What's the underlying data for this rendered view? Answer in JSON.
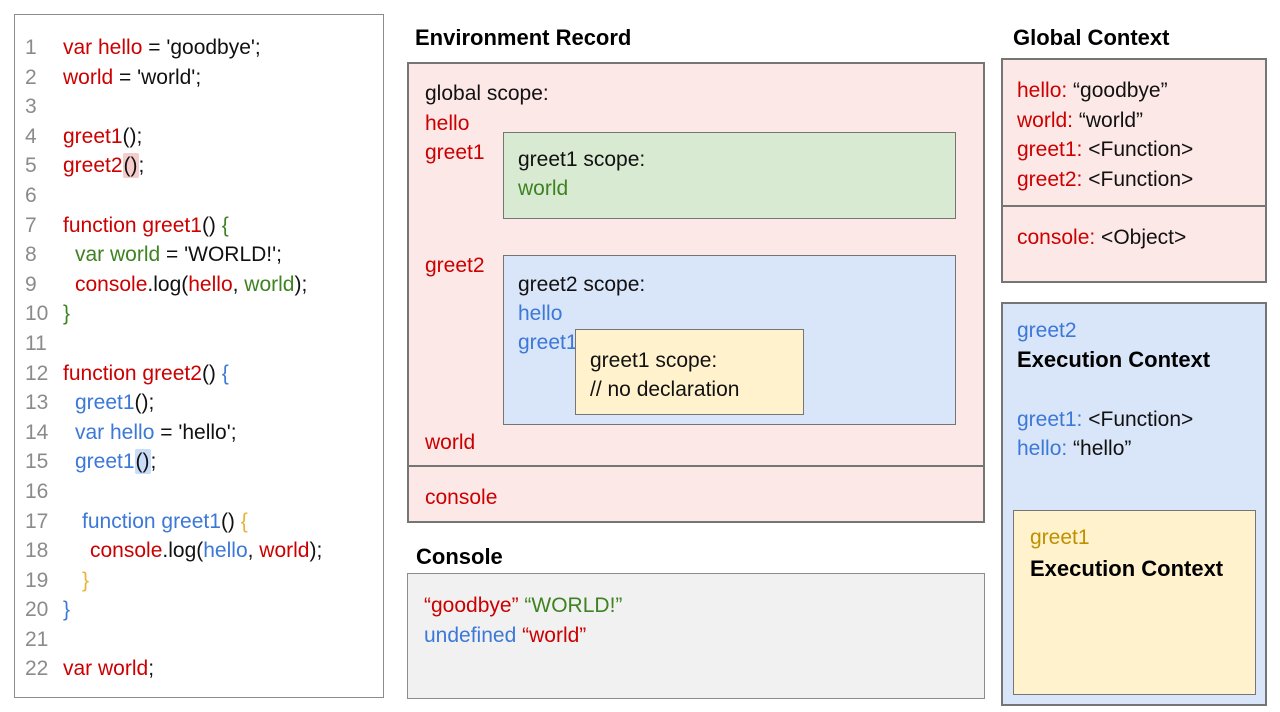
{
  "palette": {
    "red": "#cc0000",
    "blue": "#3c78d8",
    "green": "#3e8222",
    "gold_brace": "#e8b339",
    "gold_label": "#bf9000",
    "black": "#111111",
    "line_number_gray": "#8b8b8b",
    "pink_bg": "#fce8e6",
    "green_bg": "#d9ead3",
    "blue_bg": "#d9e5f8",
    "yellow_bg": "#fff2cc",
    "console_gray_bg": "#f1f1f1",
    "pink_highlight": "#f4cccc",
    "blue_highlight": "#c9dcf8",
    "box_border_gray": "#757575"
  },
  "code_panel": {
    "lines": [
      {
        "n": "1",
        "indent": 0,
        "tokens": [
          {
            "t": "var hello",
            "c": "red"
          },
          {
            "t": " = 'goodbye';",
            "c": "black"
          }
        ]
      },
      {
        "n": "2",
        "indent": 0,
        "tokens": [
          {
            "t": "world",
            "c": "red"
          },
          {
            "t": " = 'world';",
            "c": "black"
          }
        ]
      },
      {
        "n": "3",
        "indent": 0,
        "tokens": []
      },
      {
        "n": "4",
        "indent": 0,
        "tokens": [
          {
            "t": "greet1",
            "c": "red"
          },
          {
            "t": "();",
            "c": "black"
          }
        ]
      },
      {
        "n": "5",
        "indent": 0,
        "tokens": [
          {
            "t": "greet2",
            "c": "red"
          },
          {
            "t": "()",
            "c": "black",
            "hl": "pink"
          },
          {
            "t": ";",
            "c": "black"
          }
        ]
      },
      {
        "n": "6",
        "indent": 0,
        "tokens": []
      },
      {
        "n": "7",
        "indent": 0,
        "tokens": [
          {
            "t": "function greet1",
            "c": "red"
          },
          {
            "t": "() ",
            "c": "black"
          },
          {
            "t": "{",
            "c": "green"
          }
        ]
      },
      {
        "n": "8",
        "indent": 1,
        "tokens": [
          {
            "t": "var world",
            "c": "green"
          },
          {
            "t": " = 'WORLD!';",
            "c": "black"
          }
        ]
      },
      {
        "n": "9",
        "indent": 1,
        "tokens": [
          {
            "t": "console",
            "c": "red"
          },
          {
            "t": ".log(",
            "c": "black"
          },
          {
            "t": "hello",
            "c": "red"
          },
          {
            "t": ", ",
            "c": "black"
          },
          {
            "t": "world",
            "c": "green"
          },
          {
            "t": ");",
            "c": "black"
          }
        ]
      },
      {
        "n": "10",
        "indent": 0,
        "tokens": [
          {
            "t": "}",
            "c": "green"
          }
        ]
      },
      {
        "n": "11",
        "indent": 0,
        "tokens": []
      },
      {
        "n": "12",
        "indent": 0,
        "tokens": [
          {
            "t": "function greet2",
            "c": "red"
          },
          {
            "t": "() ",
            "c": "black"
          },
          {
            "t": "{",
            "c": "blue"
          }
        ]
      },
      {
        "n": "13",
        "indent": 1,
        "tokens": [
          {
            "t": "greet1",
            "c": "blue"
          },
          {
            "t": "();",
            "c": "black"
          }
        ]
      },
      {
        "n": "14",
        "indent": 1,
        "tokens": [
          {
            "t": "var hello",
            "c": "blue"
          },
          {
            "t": " = 'hello';",
            "c": "black"
          }
        ]
      },
      {
        "n": "15",
        "indent": 1,
        "tokens": [
          {
            "t": "greet1",
            "c": "blue"
          },
          {
            "t": "()",
            "c": "black",
            "hl": "blue"
          },
          {
            "t": ";",
            "c": "black"
          }
        ]
      },
      {
        "n": "16",
        "indent": 0,
        "tokens": []
      },
      {
        "n": "17",
        "indent": 2,
        "tokens": [
          {
            "t": "function greet1",
            "c": "blue"
          },
          {
            "t": "() ",
            "c": "black"
          },
          {
            "t": "{",
            "c": "gold"
          }
        ]
      },
      {
        "n": "18",
        "indent": 3,
        "tokens": [
          {
            "t": "console",
            "c": "red"
          },
          {
            "t": ".log(",
            "c": "black"
          },
          {
            "t": "hello",
            "c": "blue"
          },
          {
            "t": ", ",
            "c": "black"
          },
          {
            "t": "world",
            "c": "red"
          },
          {
            "t": ");",
            "c": "black"
          }
        ]
      },
      {
        "n": "19",
        "indent": 2,
        "tokens": [
          {
            "t": "}",
            "c": "gold"
          }
        ]
      },
      {
        "n": "20",
        "indent": 0,
        "tokens": [
          {
            "t": "}",
            "c": "blue"
          }
        ]
      },
      {
        "n": "21",
        "indent": 0,
        "tokens": []
      },
      {
        "n": "22",
        "indent": 0,
        "tokens": [
          {
            "t": "var world",
            "c": "red"
          },
          {
            "t": ";",
            "c": "black"
          }
        ]
      }
    ]
  },
  "environment_record": {
    "title": "Environment Record",
    "global_scope_label": "global scope:",
    "var_hello": "hello",
    "var_greet1": "greet1",
    "var_greet2": "greet2",
    "var_world": "world",
    "var_console": "console",
    "greet1_scope": {
      "label": "greet1 scope:",
      "var_world": "world"
    },
    "greet2_scope": {
      "label": "greet2 scope:",
      "var_hello": "hello",
      "var_greet1": "greet1",
      "nested_greet1_scope": {
        "label": "greet1 scope:",
        "comment": "// no declaration"
      }
    }
  },
  "console_panel": {
    "title": "Console",
    "line1": [
      {
        "t": "“goodbye”",
        "c": "red"
      },
      {
        "t": " ",
        "c": "black"
      },
      {
        "t": "“WORLD!”",
        "c": "green"
      }
    ],
    "line2": [
      {
        "t": "undefined",
        "c": "blue"
      },
      {
        "t": " ",
        "c": "black"
      },
      {
        "t": "“world”",
        "c": "red"
      }
    ]
  },
  "global_context": {
    "title": "Global Context",
    "entries": [
      [
        {
          "t": "hello:",
          "c": "red"
        },
        {
          "t": " “goodbye”",
          "c": "black"
        }
      ],
      [
        {
          "t": "world:",
          "c": "red"
        },
        {
          "t": " “world”",
          "c": "black"
        }
      ],
      [
        {
          "t": "greet1:",
          "c": "red"
        },
        {
          "t": " <Function>",
          "c": "black"
        }
      ],
      [
        {
          "t": "greet2:",
          "c": "red"
        },
        {
          "t": " <Function>",
          "c": "black"
        }
      ]
    ],
    "console_entry": [
      {
        "t": "console:",
        "c": "red"
      },
      {
        "t": " <Object>",
        "c": "black"
      }
    ]
  },
  "greet2_execution_context": {
    "name": "greet2",
    "heading": "Execution Context",
    "entry_greet1": [
      {
        "t": "greet1:",
        "c": "blue"
      },
      {
        "t": " <Function>",
        "c": "black"
      }
    ],
    "entry_hello": [
      {
        "t": "hello:",
        "c": "blue"
      },
      {
        "t": " “hello”",
        "c": "black"
      }
    ],
    "greet1_execution_context": {
      "name": "greet1",
      "heading": "Execution Context"
    }
  }
}
